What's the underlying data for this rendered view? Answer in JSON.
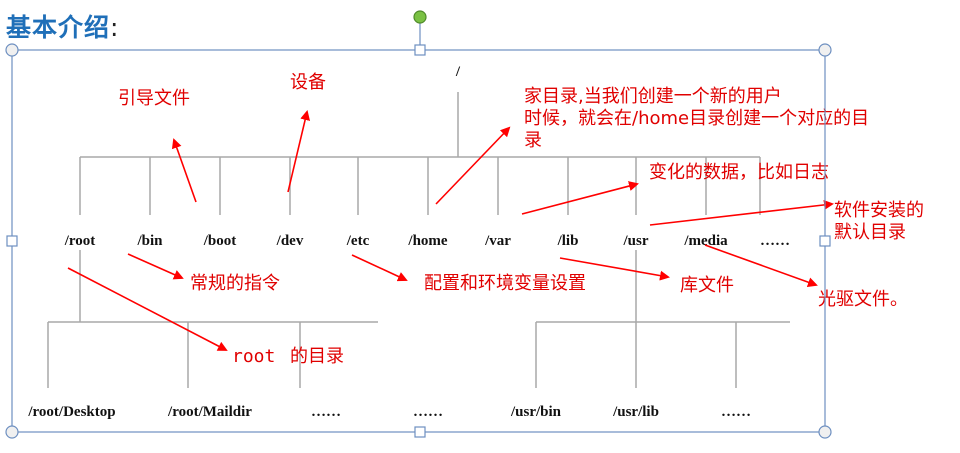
{
  "heading": {
    "title": "基本介绍",
    "colon": ":"
  },
  "root_label": "/",
  "level1": [
    "/root",
    "/bin",
    "/boot",
    "/dev",
    "/etc",
    "/home",
    "/var",
    "/lib",
    "/usr",
    "/media",
    "……"
  ],
  "level2": [
    "/root/Desktop",
    "/root/Maildir",
    "……",
    "……",
    "/usr/bin",
    "/usr/lib",
    "……"
  ],
  "notes": {
    "boot": "引导文件",
    "dev": "设备",
    "home_line1": "家目录,当我们创建一个新的用户",
    "home_line2": "时候，就会在/home目录创建一个对应的目",
    "home_line3": "录",
    "var": "变化的数据，比如日志",
    "usr_line1": "软件安装的",
    "usr_line2": "默认目录",
    "bin": "常规的指令",
    "etc": "配置和环境变量设置",
    "lib": "库文件",
    "media": "光驱文件。",
    "root_code": "root",
    "root_rest": "的目录"
  },
  "colors": {
    "heading": "#1f6fb8",
    "annotation": "#e00000",
    "tree_line": "#a8a8a8",
    "selection": "#6d8fc0",
    "rotate_handle": "#7ac143"
  }
}
